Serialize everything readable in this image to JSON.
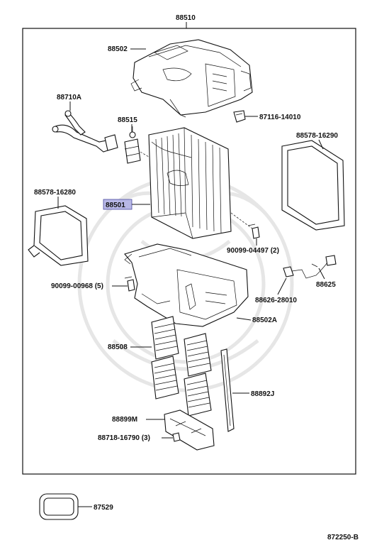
{
  "diagram": {
    "labels": {
      "p88510": "88510",
      "p88502": "88502",
      "p88710A": "88710A",
      "p88515": "88515",
      "p87116": "87116-14010",
      "p88578_r": "88578-16290",
      "p88578_l": "88578-16280",
      "p88501": "88501",
      "p90099_04497": "90099-04497 (2)",
      "p88625": "88625",
      "p90099_00968": "90099-00968 (5)",
      "p88626": "88626-28010",
      "p88502A": "88502A",
      "p88508": "88508",
      "p88892J": "88892J",
      "p88899M": "88899M",
      "p88718": "88718-16790 (3)",
      "p87529": "87529",
      "diagram_id": "872250-B"
    },
    "highlighted_part": "88501"
  }
}
